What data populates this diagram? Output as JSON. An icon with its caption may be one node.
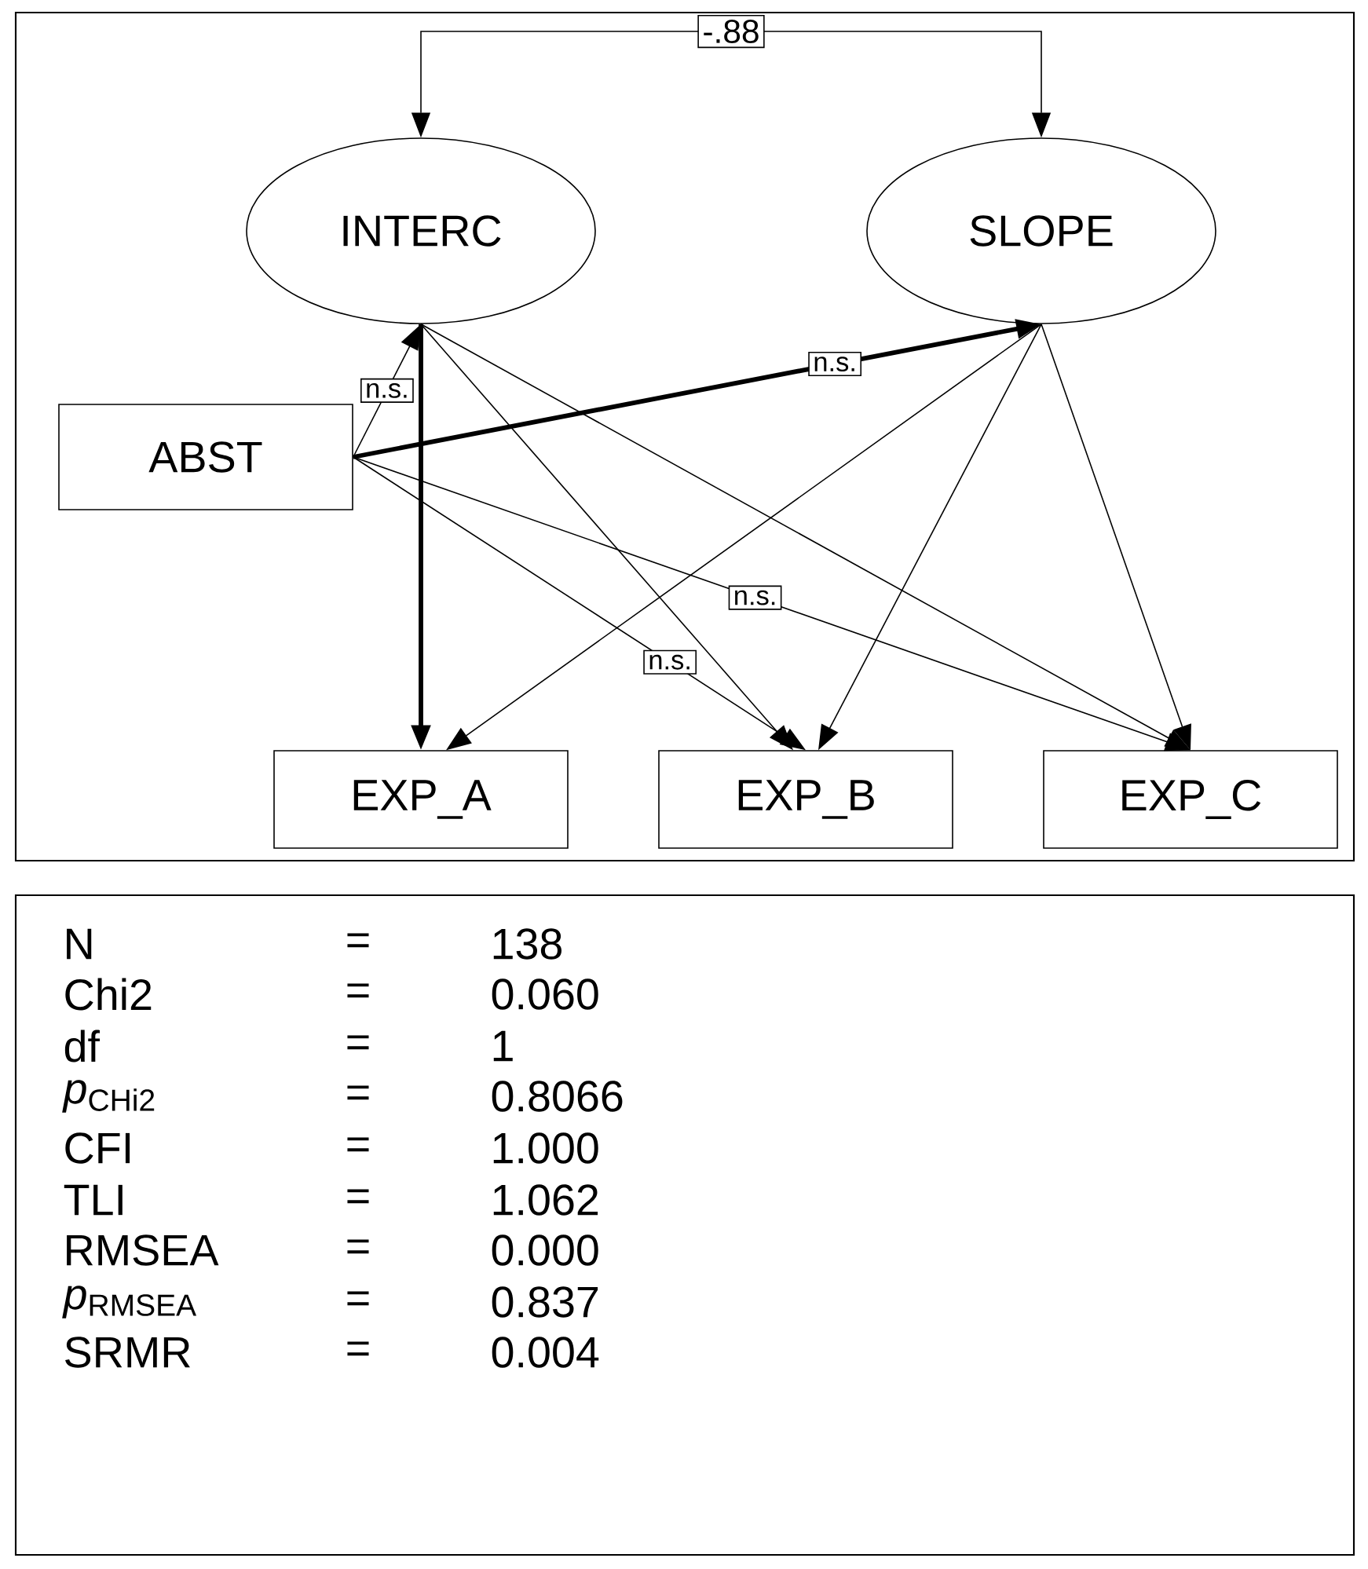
{
  "diagram": {
    "nodes": [
      {
        "text": [
          "INTERC"
        ]
      },
      {
        "text": [
          "SLOPE"
        ]
      },
      {
        "text": [
          "ABST"
        ]
      },
      {
        "text": [
          "EXP_A"
        ]
      },
      {
        "text": [
          "EXP_B"
        ]
      },
      {
        "text": [
          "EXP_C"
        ]
      }
    ],
    "edges": [
      {
        "from": 0,
        "to": 1,
        "arrow": "both",
        "label": "-.88"
      },
      {
        "from": 2,
        "to": 0,
        "arrow": "to",
        "label": "n.s."
      },
      {
        "from": 2,
        "to": 1,
        "arrow": "to",
        "label": "n.s.",
        "style": "thick"
      },
      {
        "from": 2,
        "to": 4,
        "arrow": "to",
        "label": "n.s."
      },
      {
        "from": 2,
        "to": 5,
        "arrow": "to",
        "label": "n.s."
      },
      {
        "from": 0,
        "to": 3,
        "arrow": "to",
        "style": "thick"
      },
      {
        "from": 0,
        "to": 4,
        "arrow": "to"
      },
      {
        "from": 0,
        "to": 5,
        "arrow": "to"
      },
      {
        "from": 1,
        "to": 3,
        "arrow": "to"
      },
      {
        "from": 1,
        "to": 4,
        "arrow": "to"
      },
      {
        "from": 1,
        "to": 5,
        "arrow": "to"
      }
    ],
    "labels": [
      "N",
      "=",
      "138",
      "Chi2",
      "=",
      "0.060",
      "df",
      "=",
      "1",
      "*p*$_{CHi2}$",
      "=",
      "0.8066",
      "CFI",
      "=",
      "1.000",
      "TLI",
      "=",
      "1.062",
      "RMSEA",
      "=",
      "0.000",
      "*p*$_{RMSEA}$",
      "=",
      "0.837",
      "SRMR",
      "=",
      "0.004"
    ]
  }
}
